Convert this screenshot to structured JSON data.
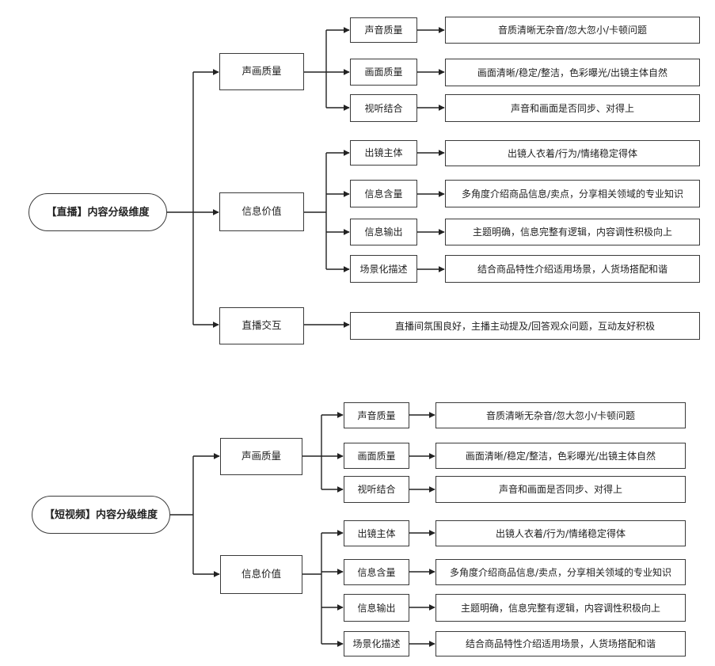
{
  "diagrams": [
    {
      "root": "【直播】内容分级维度",
      "groups": [
        {
          "label": "声画质量",
          "items": [
            {
              "label": "声音质量",
              "desc": "音质清晰无杂音/忽大忽小/卡顿问题"
            },
            {
              "label": "画面质量",
              "desc": "画面清晰/稳定/整洁，色彩曝光/出镜主体自然"
            },
            {
              "label": "视听结合",
              "desc": "声音和画面是否同步、对得上"
            }
          ]
        },
        {
          "label": "信息价值",
          "items": [
            {
              "label": "出镜主体",
              "desc": "出镜人衣着/行为/情绪稳定得体"
            },
            {
              "label": "信息含量",
              "desc": "多角度介绍商品信息/卖点，分享相关领域的专业知识"
            },
            {
              "label": "信息输出",
              "desc": "主题明确，信息完整有逻辑，内容调性积极向上"
            },
            {
              "label": "场景化描述",
              "desc": "结合商品特性介绍适用场景，人货场搭配和谐"
            }
          ]
        },
        {
          "label": "直播交互",
          "desc": "直播间氛围良好，主播主动提及/回答观众问题，互动友好积极"
        }
      ]
    },
    {
      "root": "【短视频】内容分级维度",
      "groups": [
        {
          "label": "声画质量",
          "items": [
            {
              "label": "声音质量",
              "desc": "音质清晰无杂音/忽大忽小/卡顿问题"
            },
            {
              "label": "画面质量",
              "desc": "画面清晰/稳定/整洁，色彩曝光/出镜主体自然"
            },
            {
              "label": "视听结合",
              "desc": "声音和画面是否同步、对得上"
            }
          ]
        },
        {
          "label": "信息价值",
          "items": [
            {
              "label": "出镜主体",
              "desc": "出镜人衣着/行为/情绪稳定得体"
            },
            {
              "label": "信息含量",
              "desc": "多角度介绍商品信息/卖点，分享相关领域的专业知识"
            },
            {
              "label": "信息输出",
              "desc": "主题明确，信息完整有逻辑，内容调性积极向上"
            },
            {
              "label": "场景化描述",
              "desc": "结合商品特性介绍适用场景，人货场搭配和谐"
            }
          ]
        }
      ]
    }
  ]
}
